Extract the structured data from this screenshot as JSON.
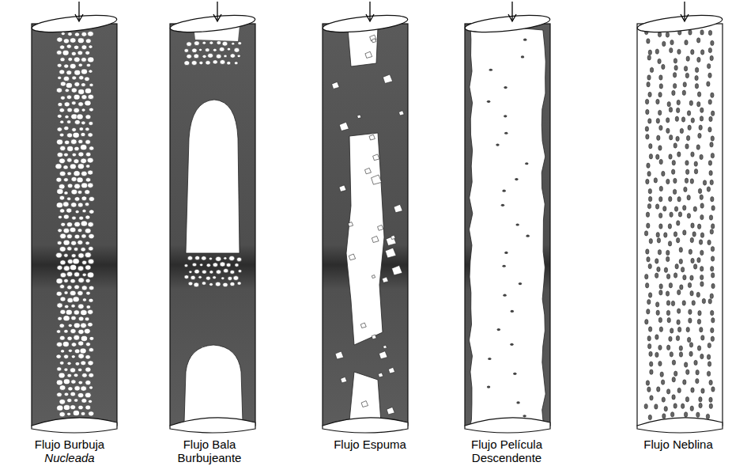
{
  "diagram": {
    "labels": [
      "Flujo Burbuja",
      "Nucleada",
      "Flujo Bala",
      "Burbujeante",
      "Flujo Espuma",
      "Flujo Película Descendente",
      "Flujo Neblina"
    ]
  }
}
